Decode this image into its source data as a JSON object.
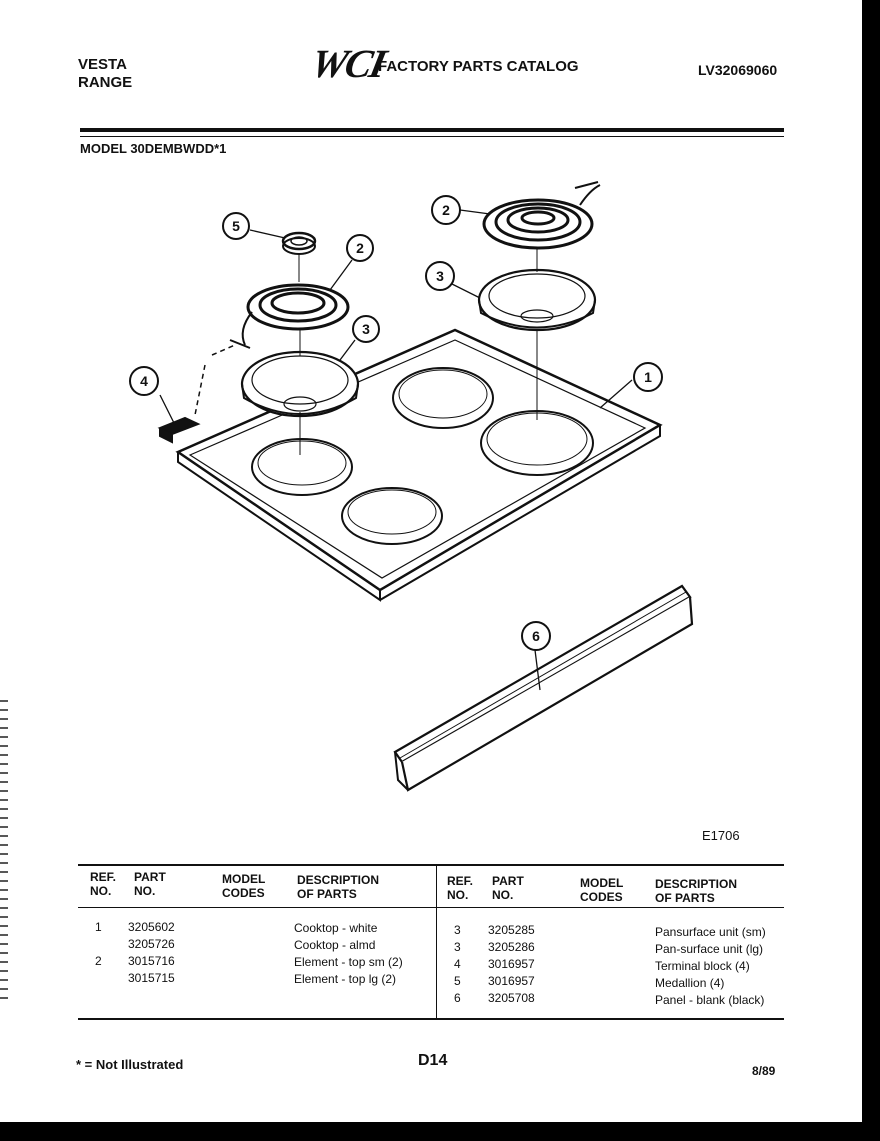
{
  "header": {
    "brand_line1": "VESTA",
    "brand_line2": "RANGE",
    "logo": "WCI",
    "catalog_title": "FACTORY PARTS CATALOG",
    "doc_id": "LV32069060"
  },
  "model_label": "MODEL 30DEMBWDD*1",
  "diagram": {
    "figure_id": "E1706",
    "callouts": [
      "1",
      "2",
      "2",
      "3",
      "3",
      "4",
      "5",
      "6"
    ]
  },
  "table": {
    "headers": {
      "ref_no": [
        "REF.",
        "NO."
      ],
      "part_no": [
        "PART",
        "NO."
      ],
      "model_codes": [
        "MODEL",
        "CODES"
      ],
      "description": [
        "DESCRIPTION",
        "OF PARTS"
      ]
    },
    "left": {
      "ref": [
        "1",
        "",
        "2",
        ""
      ],
      "part": [
        "3205602",
        "3205726",
        "3015716",
        "3015715"
      ],
      "desc": [
        "Cooktop - white",
        "Cooktop - almd",
        "Element - top sm (2)",
        "Element - top lg (2)"
      ]
    },
    "right": {
      "ref": [
        "3",
        "3",
        "4",
        "5",
        "6"
      ],
      "part": [
        "3205285",
        "3205286",
        "3016957",
        "3016957",
        "3205708"
      ],
      "desc": [
        "Pansurface unit (sm)",
        "Pan-surface unit (lg)",
        "Terminal block (4)",
        "Medallion (4)",
        "Panel - blank (black)"
      ]
    }
  },
  "footer": {
    "note": "* = Not Illustrated",
    "page": "D14",
    "date": "8/89"
  }
}
